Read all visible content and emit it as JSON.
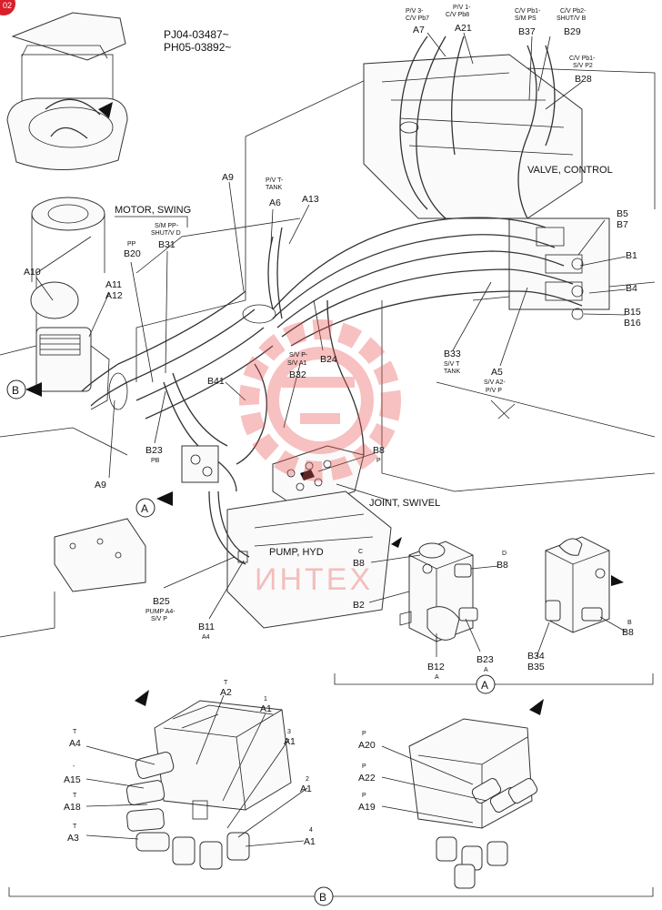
{
  "header": {
    "serial_1": "PJ04-03487~",
    "serial_2": "PH05-03892~",
    "corner_badge": "02"
  },
  "components": {
    "valve_control": "VALVE, CONTROL",
    "motor_swing": "MOTOR, SWING",
    "joint_swivel": "JOINT, SWIVEL",
    "pump_hyd": "PUMP, HYD"
  },
  "views": {
    "a": "A",
    "b": "B"
  },
  "callouts": {
    "a7": {
      "sub": [
        "P/V 3-",
        "C/V Pb7"
      ],
      "code": "A7"
    },
    "a21": {
      "sub": [
        "P/V 1-",
        "C/V Pb8"
      ],
      "code": "A21"
    },
    "b37": {
      "sub": [
        "C/V Pb1-",
        "S/M PS"
      ],
      "code": "B37"
    },
    "b29": {
      "sub": [
        "C/V Pb2-",
        "SHUT/V B"
      ],
      "code": "B29"
    },
    "b28": {
      "sub": [
        "C/V Pb1-",
        "S/V P2"
      ],
      "code": "B28"
    },
    "a9_top": {
      "code": "A9"
    },
    "a6": {
      "sub": [
        "P/V T-",
        "TANK"
      ],
      "code": "A6"
    },
    "a13": {
      "code": "A13"
    },
    "b31": {
      "sub": [
        "S/M PP-",
        "SHUT/V D"
      ],
      "code": "B31"
    },
    "b20": {
      "sub": [
        "PP"
      ],
      "code": "B20"
    },
    "a10": {
      "code": "A10"
    },
    "a11": {
      "code": "A11"
    },
    "a12": {
      "code": "A12"
    },
    "b5": {
      "code": "B5"
    },
    "b7": {
      "code": "B7"
    },
    "b1": {
      "code": "B1"
    },
    "b4": {
      "code": "B4"
    },
    "b15": {
      "code": "B15"
    },
    "b16": {
      "code": "B16"
    },
    "b24": {
      "code": "B24"
    },
    "b33": {
      "code": "B33",
      "sub": [
        "S/V T",
        "TANK"
      ]
    },
    "a5": {
      "code": "A5",
      "sub": [
        "S/V A2-",
        "P/V P"
      ]
    },
    "b32": {
      "sub": [
        "S/V P-",
        "S/V A1"
      ],
      "code": "B32"
    },
    "b41": {
      "code": "B41"
    },
    "b23": {
      "code": "B23",
      "sub": [
        "PB"
      ]
    },
    "b8_top": {
      "code": "B8",
      "sub": [
        "P"
      ]
    },
    "a9_low": {
      "code": "A9"
    },
    "b25": {
      "code": "B25",
      "sub": [
        "PUMP A4-",
        "S/V P"
      ]
    },
    "b11": {
      "code": "B11",
      "sub": [
        "A4"
      ]
    },
    "b8_c": {
      "code": "B8",
      "port": "C"
    },
    "b8_d": {
      "code": "B8",
      "port": "D"
    },
    "b2": {
      "code": "B2"
    },
    "b12": {
      "code": "B12",
      "sub": [
        "A"
      ]
    },
    "b23_a": {
      "code": "B23",
      "sub": [
        "A"
      ]
    },
    "b34": {
      "code": "B34"
    },
    "b35": {
      "code": "B35"
    },
    "b8_b": {
      "code": "B8",
      "port": "B"
    },
    "a2": {
      "code": "A2",
      "port": "T"
    },
    "a1_1": {
      "code": "A1",
      "port": "1"
    },
    "a4": {
      "code": "A4",
      "port": "T"
    },
    "a1_3": {
      "code": "A1",
      "port": "3"
    },
    "a15": {
      "code": "A15",
      "port": "-"
    },
    "a18": {
      "code": "A18",
      "port": "T"
    },
    "a1_2": {
      "code": "A1",
      "port": "2"
    },
    "a3": {
      "code": "A3",
      "port": "T"
    },
    "a1_4": {
      "code": "A1",
      "port": "4"
    },
    "a20": {
      "code": "A20",
      "port": "P"
    },
    "a22": {
      "code": "A22",
      "port": "P"
    },
    "a19": {
      "code": "A19",
      "port": "P"
    }
  },
  "watermark": {
    "text": "ИНТЕХ",
    "color": "#e8504c"
  },
  "colors": {
    "line": "#222222",
    "badge": "#d8202a"
  }
}
